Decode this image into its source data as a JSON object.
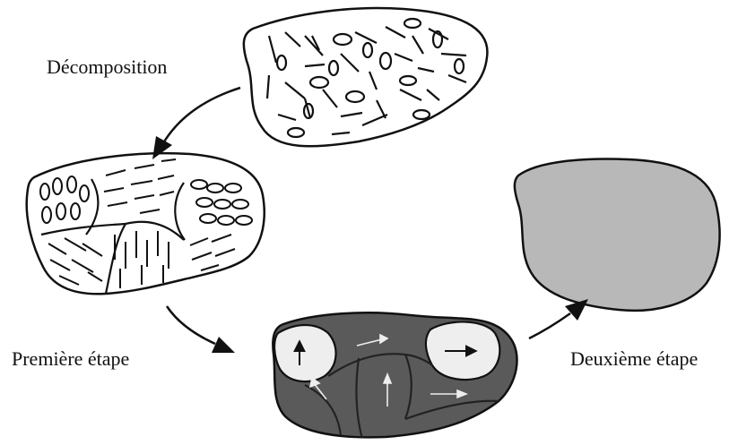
{
  "labels": {
    "decomposition": "Décomposition",
    "premiere_etape": "Première étape",
    "deuxieme_etape": "Deuxième étape"
  },
  "colors": {
    "outline": "#111111",
    "dark_fill": "#5a5a5a",
    "light_fill": "#eeeeee",
    "final_fill": "#b8b8b8",
    "background": "#ffffff"
  }
}
